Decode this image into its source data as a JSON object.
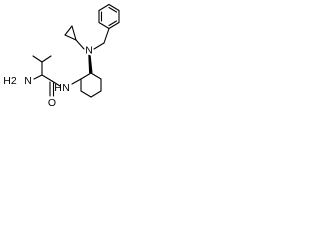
{
  "structure": {
    "atom_labels": {
      "amine_n": "N",
      "amine_h2": "H2",
      "amide_n": "N",
      "amide_h": "H",
      "carbonyl_o": "O",
      "ring_n": "N"
    }
  }
}
